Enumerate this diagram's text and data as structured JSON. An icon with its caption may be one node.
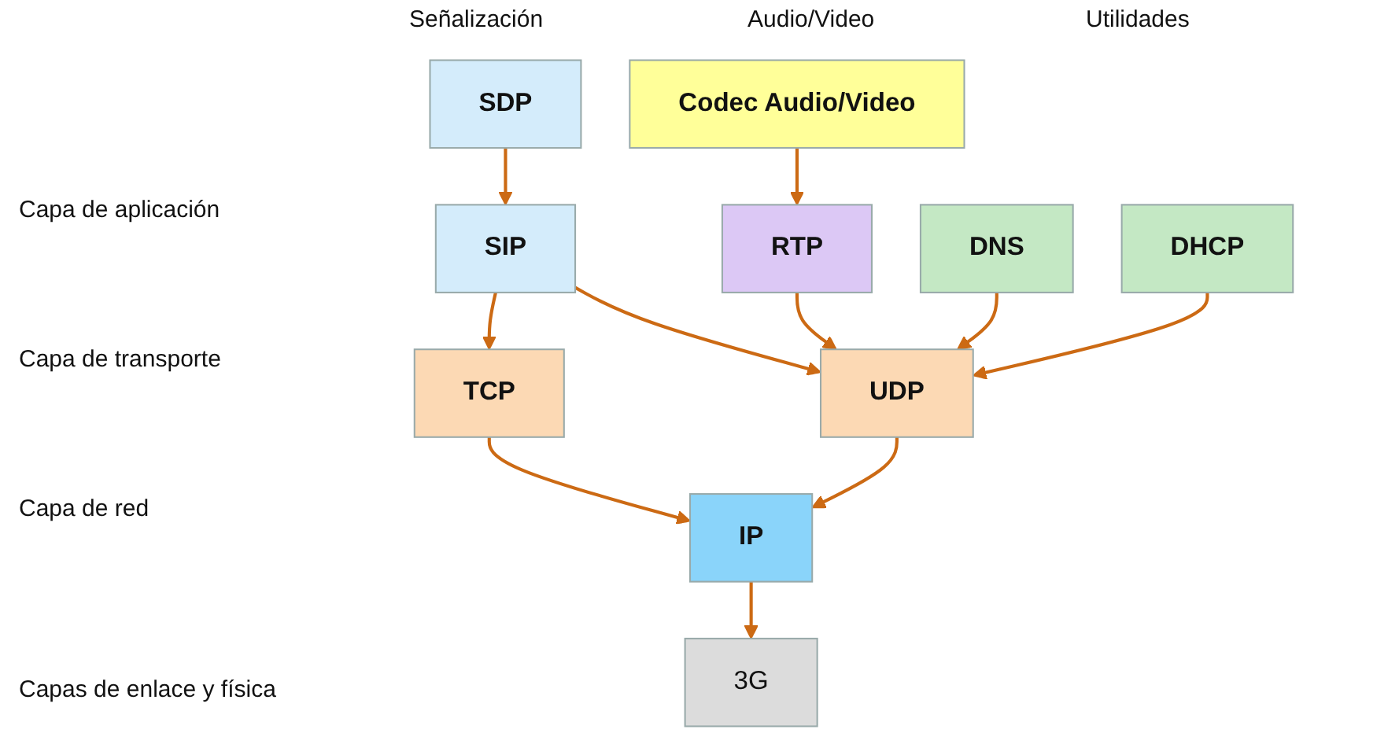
{
  "diagram": {
    "nodes": [
      {
        "text": [
          "SDP"
        ]
      },
      {
        "text": [
          "Codec Audio/Video"
        ]
      },
      {
        "text": [
          "SIP"
        ]
      },
      {
        "text": [
          "RTP"
        ]
      },
      {
        "text": [
          "DNS"
        ]
      },
      {
        "text": [
          "DHCP"
        ]
      },
      {
        "text": [
          "TCP"
        ]
      },
      {
        "text": [
          "UDP"
        ]
      },
      {
        "text": [
          "IP"
        ]
      },
      {
        "text": [
          "3G"
        ]
      }
    ],
    "edges": [
      {
        "from": 0,
        "to": 2,
        "arrow": "to"
      },
      {
        "from": 1,
        "to": 3,
        "arrow": "to"
      },
      {
        "from": 2,
        "to": 6,
        "arrow": "to"
      },
      {
        "from": 2,
        "to": 7,
        "arrow": "to"
      },
      {
        "from": 3,
        "to": 7,
        "arrow": "to"
      },
      {
        "from": 4,
        "to": 7,
        "arrow": "to"
      },
      {
        "from": 5,
        "to": 7,
        "arrow": "to"
      },
      {
        "from": 6,
        "to": 8,
        "arrow": "to"
      },
      {
        "from": 7,
        "to": 8,
        "arrow": "to"
      },
      {
        "from": 8,
        "to": 9,
        "arrow": "to"
      }
    ],
    "labels": [
      "Señalización",
      "Audio/Video",
      "Utilidades",
      "Capa de aplicación",
      "Capa de transporte",
      "Capa de red",
      "Capas de enlace y física"
    ]
  }
}
